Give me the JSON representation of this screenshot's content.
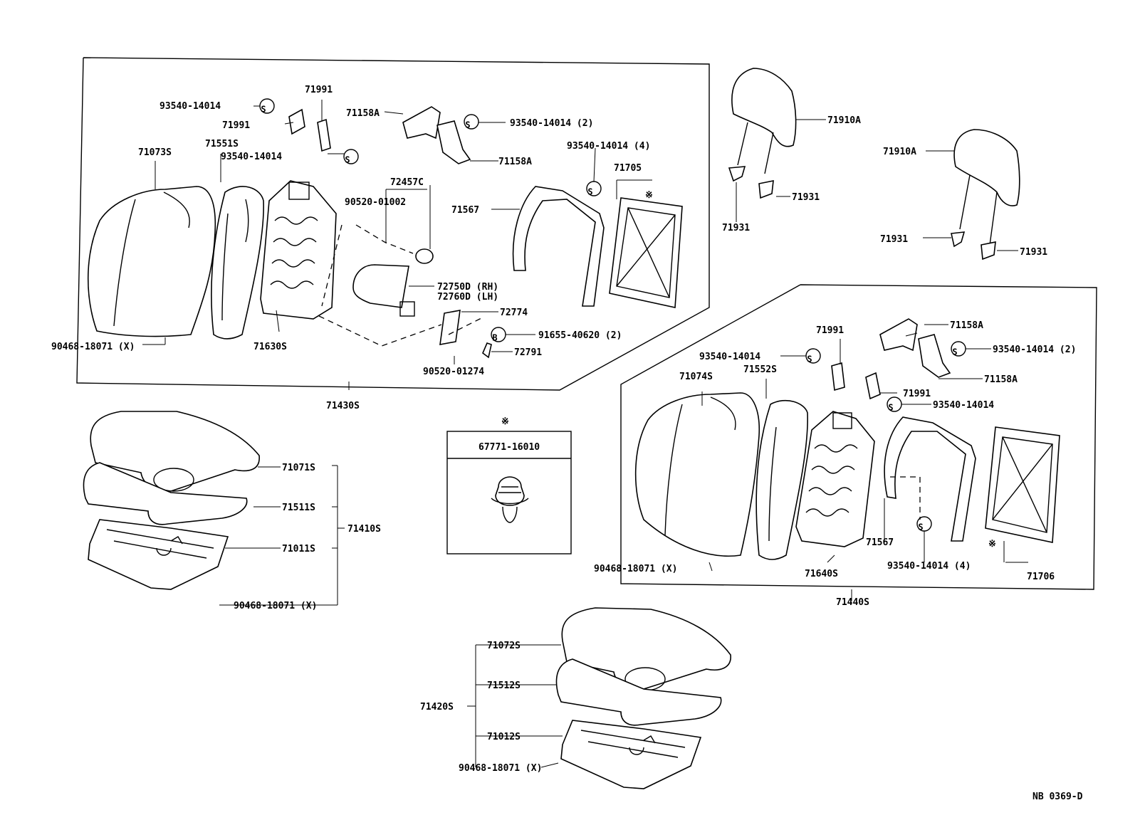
{
  "code": "NB 0369-D",
  "note_mark": "※",
  "circle_s": "S",
  "circle_b": "B",
  "front_seatback_lh": {
    "assy": "71430S",
    "cover": "71073S",
    "pad": "71551S",
    "frame": "71630S",
    "clip": "90468-18071 (X)",
    "screw1": "93540-14014",
    "screw2": "93540-14014",
    "guide1": "71991",
    "guide2": "71991",
    "hinge": "71158A",
    "hinge2": "71158A",
    "screw3": "93540-14014 (2)",
    "screw4": "93540-14014 (4)",
    "board_wire": "71567",
    "board": "71705",
    "knob": "72457C",
    "pin1": "90520-01002",
    "cover_rh": "72750D (RH)",
    "cover_lh": "72760D (LH)",
    "lever": "72774",
    "bolt": "91655-40620 (2)",
    "spring": "72791",
    "pin2": "90520-01274"
  },
  "headrest_1": {
    "rest": "71910A",
    "support_a": "71931",
    "support_b": "71931"
  },
  "headrest_2": {
    "rest": "71910A",
    "support_a": "71931",
    "support_b": "71931"
  },
  "front_seatback_rh": {
    "assy": "71440S",
    "cover": "71074S",
    "pad": "71552S",
    "frame": "71640S",
    "clip": "90468-18071 (X)",
    "guide1": "71991",
    "guide2": "71991",
    "screw1": "93540-14014",
    "screw2": "93540-14014",
    "hinge1": "71158A",
    "hinge2": "71158A",
    "screw3": "93540-14014 (2)",
    "screw4": "93540-14014 (4)",
    "board_wire": "71567",
    "board": "71706"
  },
  "cushion_1": {
    "assy": "71410S",
    "cover": "71071S",
    "pad": "71511S",
    "frame": "71011S",
    "clip": "90468-18071 (X)"
  },
  "cushion_2": {
    "assy": "71420S",
    "cover": "71072S",
    "pad": "71512S",
    "frame": "71012S",
    "clip": "90468-18071 (X)"
  },
  "clip_box": {
    "part": "67771-16010"
  }
}
